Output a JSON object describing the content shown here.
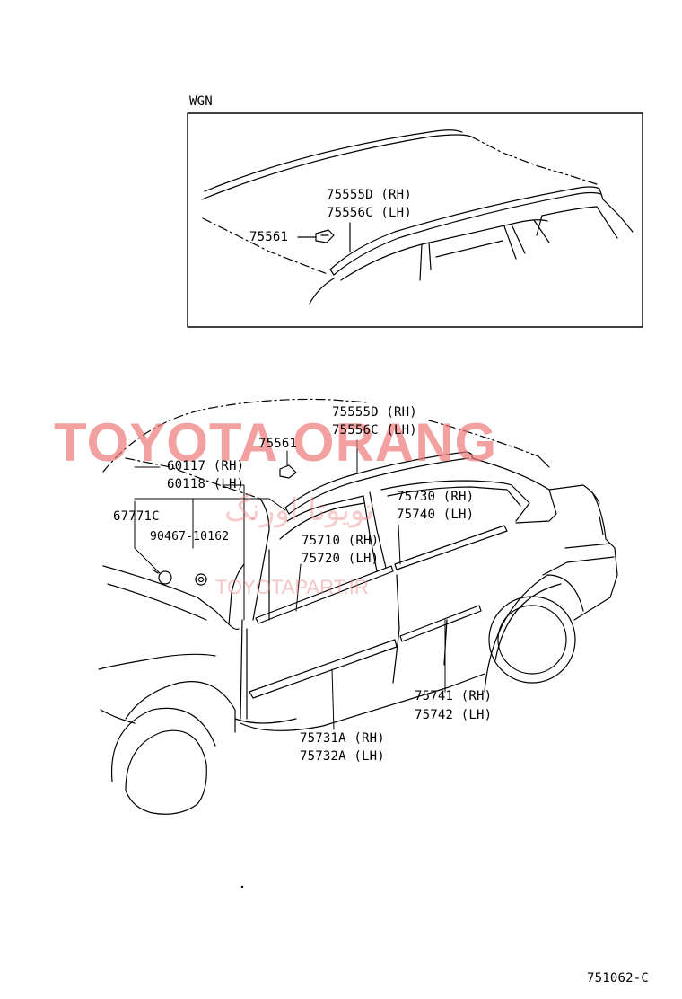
{
  "inset": {
    "title": "WGN",
    "roof_molding_rh": "75555D (RH)",
    "roof_molding_lh": "75556C (LH)",
    "clip": "75561"
  },
  "main": {
    "roof_molding_rh": "75555D (RH)",
    "roof_molding_lh": "75556C (LH)",
    "clip": "75561",
    "part_60117": "60117 (RH)",
    "part_60118": "60118 (LH)",
    "part_67771": "67771C",
    "part_90467": "90467-10162",
    "part_75710": "75710 (RH)",
    "part_75720": "75720 (LH)",
    "part_75730": "75730 (RH)",
    "part_75740": "75740 (LH)",
    "part_75741": "75741 (RH)",
    "part_75742": "75742 (LH)",
    "part_75731": "75731A (RH)",
    "part_75732": "75732A (LH)"
  },
  "watermark": {
    "brand": "TOYOTA ORANG",
    "persian": "تویوتا اورنگ",
    "url": "TOYOTAPART.IR"
  },
  "figure_code": "751062-C"
}
